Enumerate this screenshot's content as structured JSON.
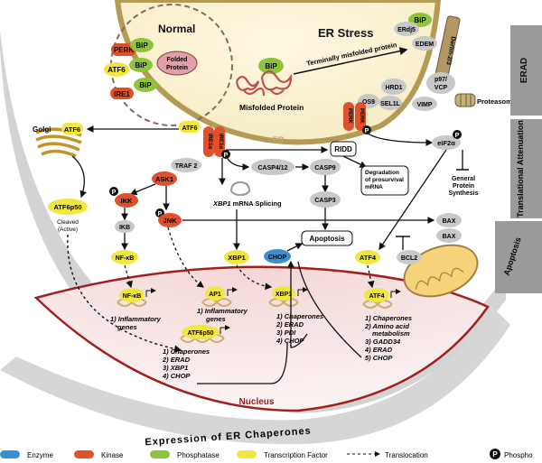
{
  "regions": {
    "normal": "Normal",
    "er_stress": "ER Stress",
    "er": "ER",
    "nucleus": "Nucleus",
    "golgi": "Golgi",
    "erad": "ERAD",
    "translational_attenuation": "Translational Attenuation",
    "apoptosis": "Apoptosis",
    "expression": "Expression of ER Chaperones"
  },
  "normal": {
    "perk": "PERK",
    "bip": "BiP",
    "atf6": "ATF6",
    "ire1": "IRE1",
    "folded": "Folded Protein"
  },
  "stress": {
    "misfolded": "Misfolded Protein",
    "bip": "BiP",
    "terminal": "Terminally misfolded protein"
  },
  "erad_box": {
    "bip": "BiP",
    "erdj5": "ERdj5",
    "edem": "EDEM",
    "derlin": "Derlin-2/3",
    "hrd1": "HRD1",
    "os9": "OS9",
    "sel1l": "SEL1L",
    "p97": "p97/",
    "vcp": "VCP",
    "vimp": "VIMP",
    "proteasome": "Proteasome"
  },
  "membrane": {
    "atf6": "ATF6",
    "ire1a": "IRE1α",
    "ire1a2": "IRE1α",
    "perk": "PERK",
    "perk2": "PERK",
    "p": "P"
  },
  "cyto": {
    "traf2": "TRAF 2",
    "ask1": "ASK1",
    "ikk": "IKK",
    "ikb": "IKB",
    "nfkb": "NF-κB",
    "jnk": "JNK",
    "xbp1_splice": "XBP1 mRNA Splicing",
    "xbp1_gene": "XBP1",
    "xbp1_rest": " mRNA Splicing",
    "casp412": "CASP4/12",
    "casp9": "CASP9",
    "casp3": "CASP3",
    "ridd": "RIDD",
    "degradation": [
      "Degradation",
      "of prosurvival",
      "mRNA"
    ],
    "apoptosis": "Apoptosis",
    "chop": "CHOP",
    "xbp1": "XBP1",
    "atf4": "ATF4",
    "eif2a": "eIF2α",
    "general": [
      "General",
      "Protein",
      "Synthesis"
    ],
    "bax": "BAX",
    "bax2": "BAX",
    "bcl2": "BCL2",
    "atf6p50": "ATF6p50",
    "cleaved": [
      "Cleaved",
      "(Active)"
    ]
  },
  "nuc": {
    "nfkb": "NF-κB",
    "ap1": "AP1",
    "xbp1": "XBP1",
    "atf4": "ATF4",
    "atf6p50": "ATF6p50",
    "nfkb_list": [
      "1) Inflammatory",
      "genes"
    ],
    "ap1_list": [
      "1) Inflammatory",
      "genes"
    ],
    "xbp1_list": [
      "1) Chaperones",
      "2) ERAD",
      "3) PDI",
      "4) CHOP"
    ],
    "atf4_list": [
      "1) Chaperones",
      "2) Amino acid",
      "metabolism",
      "3) GADD34",
      "4) ERAD",
      "5) CHOP"
    ],
    "atf6_list": [
      "1) Chaperones",
      "2) ERAD",
      "3) XBP1",
      "4) CHOP"
    ]
  },
  "legend": [
    {
      "label": "Enzyme",
      "color": "#3a8fd0"
    },
    {
      "label": "Kinase",
      "color": "#e0502a"
    },
    {
      "label": "Phosphatase",
      "color": "#8cc43c"
    },
    {
      "label": "Transcription Factor",
      "color": "#f2e640"
    },
    {
      "label": "Translocation",
      "color": ""
    },
    {
      "label": "Phospho",
      "color": "#111111"
    }
  ]
}
